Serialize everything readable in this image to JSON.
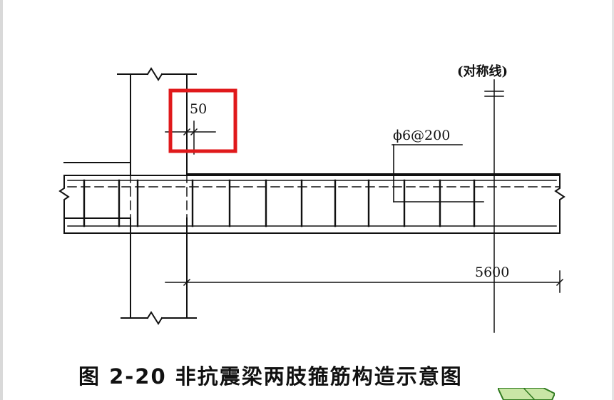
{
  "figure": {
    "dim_cover": "50",
    "stirrup_spec": "ϕ6@200",
    "symmetry_label": "(对称线)",
    "span_dim": "5600"
  },
  "caption": "图 2-20   非抗震梁两肢箍筋构造示意图",
  "colors": {
    "highlight_box": "#e0191b",
    "line": "#111111",
    "nav_arrow_fill": "#c9e6a6",
    "nav_arrow_stroke": "#2f7a1f"
  },
  "icons": {
    "nav": "next-slide-arrow-icon"
  }
}
